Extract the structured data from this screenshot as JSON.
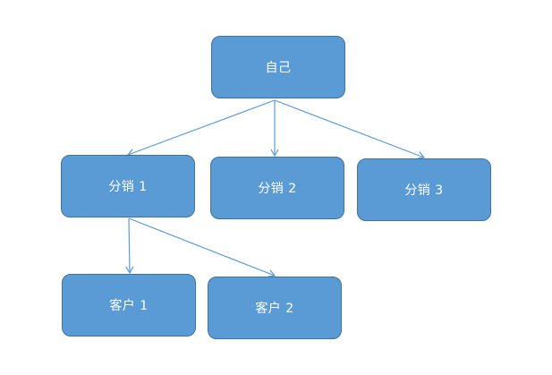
{
  "diagram": {
    "nodes": {
      "self": "自己",
      "distributor_1": "分销 1",
      "distributor_2": "分销 2",
      "distributor_3": "分销 3",
      "customer_1": "客户 1",
      "customer_2": "客户 2"
    },
    "edges": [
      {
        "from": "self",
        "to": "distributor_1"
      },
      {
        "from": "self",
        "to": "distributor_2"
      },
      {
        "from": "self",
        "to": "distributor_3"
      },
      {
        "from": "distributor_1",
        "to": "customer_1"
      },
      {
        "from": "distributor_1",
        "to": "customer_2"
      }
    ],
    "colors": {
      "node_fill": "#5b9bd5",
      "node_border": "#41719c",
      "connector": "#5b9bd5",
      "text": "#ffffff"
    }
  }
}
